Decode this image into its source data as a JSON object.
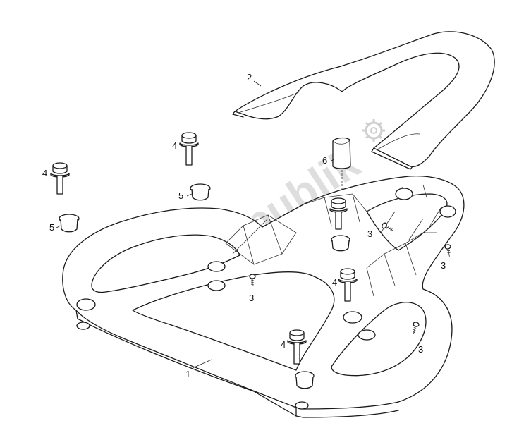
{
  "diagram": {
    "watermark_text": "PartsRepublik",
    "callouts": [
      {
        "id": "part-1",
        "label": "1"
      },
      {
        "id": "part-2",
        "label": "2"
      },
      {
        "id": "part-3a",
        "label": "3"
      },
      {
        "id": "part-3b",
        "label": "3"
      },
      {
        "id": "part-3c",
        "label": "3"
      },
      {
        "id": "part-3d",
        "label": "3"
      },
      {
        "id": "part-4a",
        "label": "4"
      },
      {
        "id": "part-4b",
        "label": "4"
      },
      {
        "id": "part-4c",
        "label": "4"
      },
      {
        "id": "part-4d",
        "label": "4"
      },
      {
        "id": "part-5a",
        "label": "5"
      },
      {
        "id": "part-5b",
        "label": "5"
      },
      {
        "id": "part-6",
        "label": "6"
      }
    ],
    "colors": {
      "line": "#1a1a1a",
      "watermark": "#d9d9d9",
      "background": "#ffffff"
    }
  }
}
